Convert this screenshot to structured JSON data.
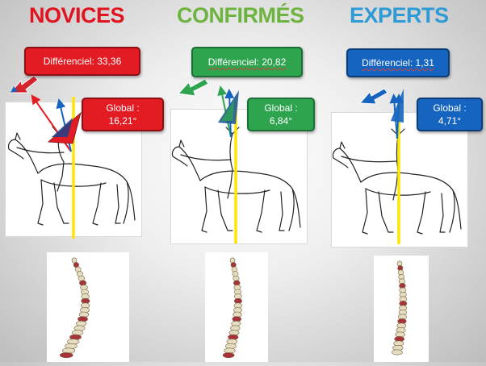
{
  "colors": {
    "novices": "#e0141e",
    "confirmes": "#6db33f",
    "experts": "#2e9ad6",
    "novices_box": "#e31b23",
    "confirmes_box": "#2ea44f",
    "experts_box": "#1565c0",
    "plumb_line": "#ffe600"
  },
  "groups": [
    {
      "heading": "NOVICES",
      "differential_label": "Différenciel: 33,36",
      "global_label": "Global :",
      "global_value": "16,21°",
      "icons": [
        "horse-rider-sketch",
        "spine-image"
      ]
    },
    {
      "heading": "CONFIRMÉS",
      "differential_label": "Différenciel: 20,82",
      "global_label": "Global :",
      "global_value": "6,84°",
      "icons": [
        "horse-rider-sketch",
        "spine-image"
      ]
    },
    {
      "heading": "EXPERTS",
      "differential_label": "Différenciel: 1,31",
      "global_label": "Global :",
      "global_value": "4,71°",
      "icons": [
        "horse-rider-sketch",
        "spine-image"
      ]
    }
  ]
}
